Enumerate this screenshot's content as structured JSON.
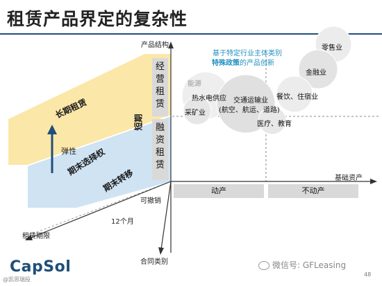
{
  "title": "租赁产品界定的复杂性",
  "axes": {
    "product_structure": "产品结构",
    "basic_assets": "基础资产",
    "contract_category": "合同类别",
    "lease_term": "租赁期限",
    "revocable": "可撤销",
    "twelve_months": "12个月"
  },
  "vertical_boxes": {
    "operating": [
      "经",
      "营",
      "租",
      "赁"
    ],
    "financing": [
      "融",
      "资",
      "租",
      "赁"
    ]
  },
  "horizontal_boxes": {
    "movable": "动产",
    "immovable": "不动产"
  },
  "bands": {
    "long_term": "长期租赁",
    "short_term": "短期",
    "elasticity": "弹性",
    "end_option": "期末选择权",
    "end_transfer": "期末转移"
  },
  "annotation": {
    "line1": "基于特定行业主体类别",
    "line2_bold": "特殊政策",
    "line2_rest": "的产品创新"
  },
  "bubbles": {
    "retail": "零售业",
    "finance": "金融业",
    "energy": "能源",
    "hydro": "热水电供应",
    "mining": "采矿业",
    "transport": "交通运输业",
    "transport_sub": "(航空、航运、道路)",
    "catering": "餐饮、住宿业",
    "medical": "医疗、教育"
  },
  "footer": {
    "logo": "CapSol",
    "logo_sub": "@凯思瑞投",
    "wechat": "微信号: GFLeasing",
    "page": "48"
  },
  "colors": {
    "title_rule": "#1f4e79",
    "yellow_band": "#fbe7a8",
    "blue_band": "#cfe3f3",
    "arrow": "#1f4e79",
    "box_gray": "#d9d9d9",
    "annotation_blue": "#1f8fc1"
  }
}
